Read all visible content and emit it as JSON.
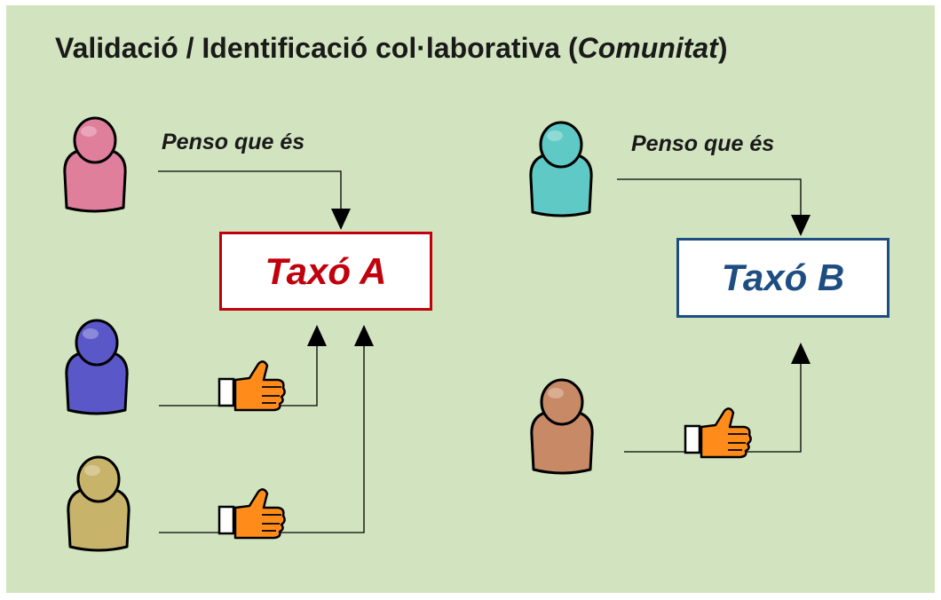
{
  "title": {
    "main": "Validació / Identificació col·laborativa (",
    "italic": "Comunitat",
    "close": ")"
  },
  "proposals": [
    {
      "text": "Penso que és"
    },
    {
      "text": "Penso que és"
    }
  ],
  "taxa": [
    {
      "label": "Taxó A",
      "color": "#c0000c"
    },
    {
      "label": "Taxó B",
      "color": "#1e4d82"
    }
  ],
  "users": [
    {
      "name": "pink-user",
      "color": "#e07f9c"
    },
    {
      "name": "teal-user",
      "color": "#5fc9c5"
    },
    {
      "name": "blue-user",
      "color": "#5a58c9"
    },
    {
      "name": "olive-user",
      "color": "#c8b36a"
    },
    {
      "name": "brown-user",
      "color": "#c88a66"
    }
  ],
  "colors": {
    "background": "#d2e4bf",
    "thumb": "#ff8c1a",
    "line": "#000000"
  },
  "icons": [
    "user-icon",
    "thumbs-up-icon",
    "arrow-icon"
  ]
}
